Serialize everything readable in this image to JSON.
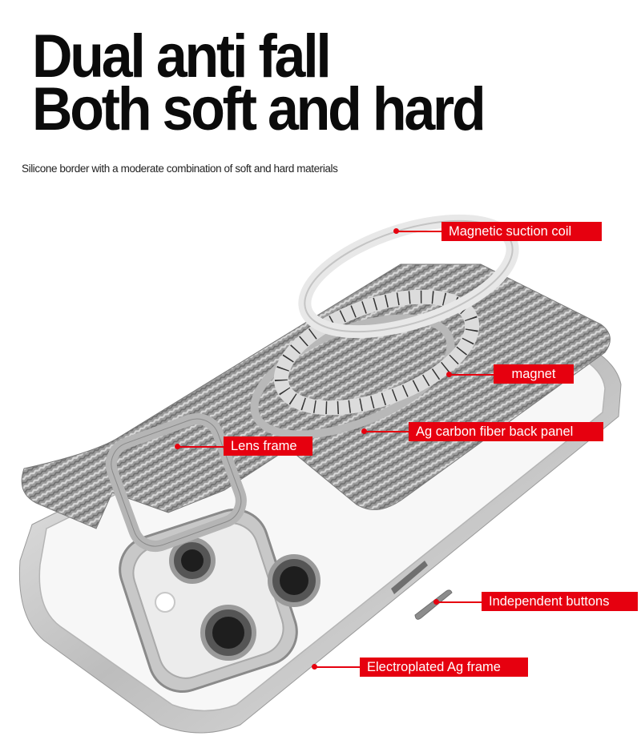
{
  "headline": {
    "line1": "Dual anti fall",
    "line2": "Both soft and hard"
  },
  "subtitle": "Silicone border with a moderate combination of soft and hard materials",
  "callouts": [
    {
      "label": "Magnetic suction coil"
    },
    {
      "label": "magnet"
    },
    {
      "label": "Ag carbon fiber back panel"
    },
    {
      "label": "Lens frame"
    },
    {
      "label": "Independent buttons"
    },
    {
      "label": "Electroplated Ag frame"
    }
  ],
  "colors": {
    "accent": "#e6000f",
    "headline": "#0b0b0b",
    "background": "#ffffff",
    "frame_silver": "#c9c9c9",
    "carbon_gray": "#8e8e8e"
  }
}
